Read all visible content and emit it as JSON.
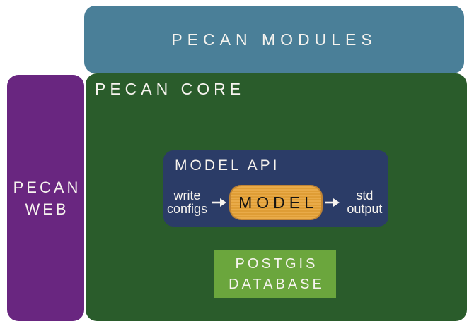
{
  "colors": {
    "teal": "#4a7f98",
    "purple": "#692680",
    "dark-green": "#2a5c2b",
    "navy": "#2b3c67",
    "orange-base": "#e9ab49",
    "orange-stripe": "#df9d35",
    "orange-border": "#c08434",
    "light-green": "#6ba63d",
    "text-light": "#f7f4ef",
    "text-dark": "#151311"
  },
  "blocks": {
    "modules": {
      "label": "PECAN MODULES"
    },
    "core": {
      "label": "PECAN CORE"
    },
    "web": {
      "line1": "PECAN",
      "line2": "WEB"
    },
    "model_api": {
      "title": "MODEL API",
      "input": {
        "line1": "write",
        "line2": "configs"
      },
      "model": {
        "label": "MODEL"
      },
      "output": {
        "line1": "std",
        "line2": "output"
      }
    },
    "database": {
      "line1": "POSTGIS",
      "line2": "DATABASE"
    }
  }
}
